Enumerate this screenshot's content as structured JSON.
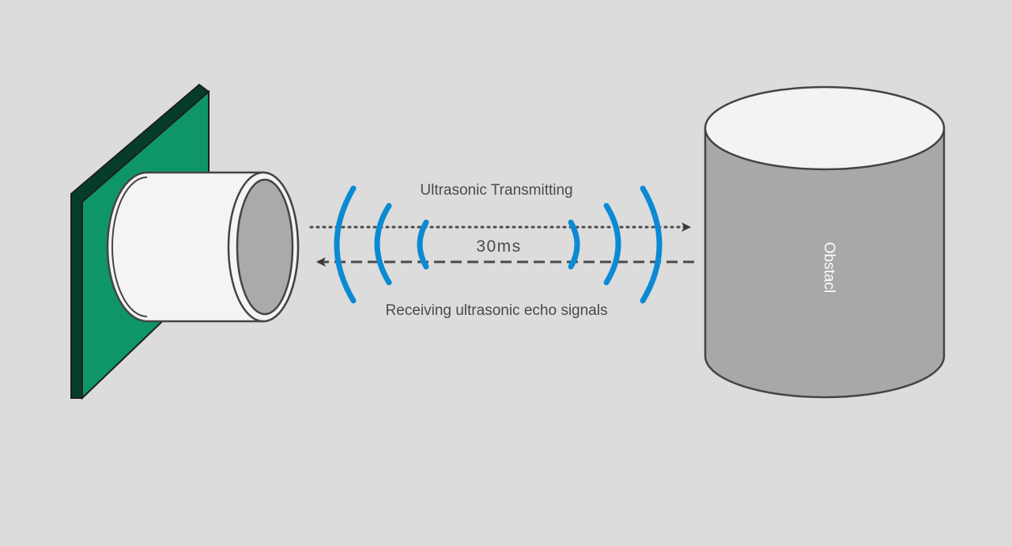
{
  "diagram": {
    "labels": {
      "transmit": "Ultrasonic Transmitting",
      "time": "30ms",
      "receive": "Receiving ultrasonic echo signals",
      "obstacle": "Obstacl"
    },
    "colors": {
      "background": "#dcdcdc",
      "board": "#0e9669",
      "board_edge": "#063d2a",
      "wave": "#0b8ad3",
      "obstacle_body": "#a8a8a8",
      "obstacle_top": "#f3f3f3",
      "outline": "#444444"
    }
  }
}
